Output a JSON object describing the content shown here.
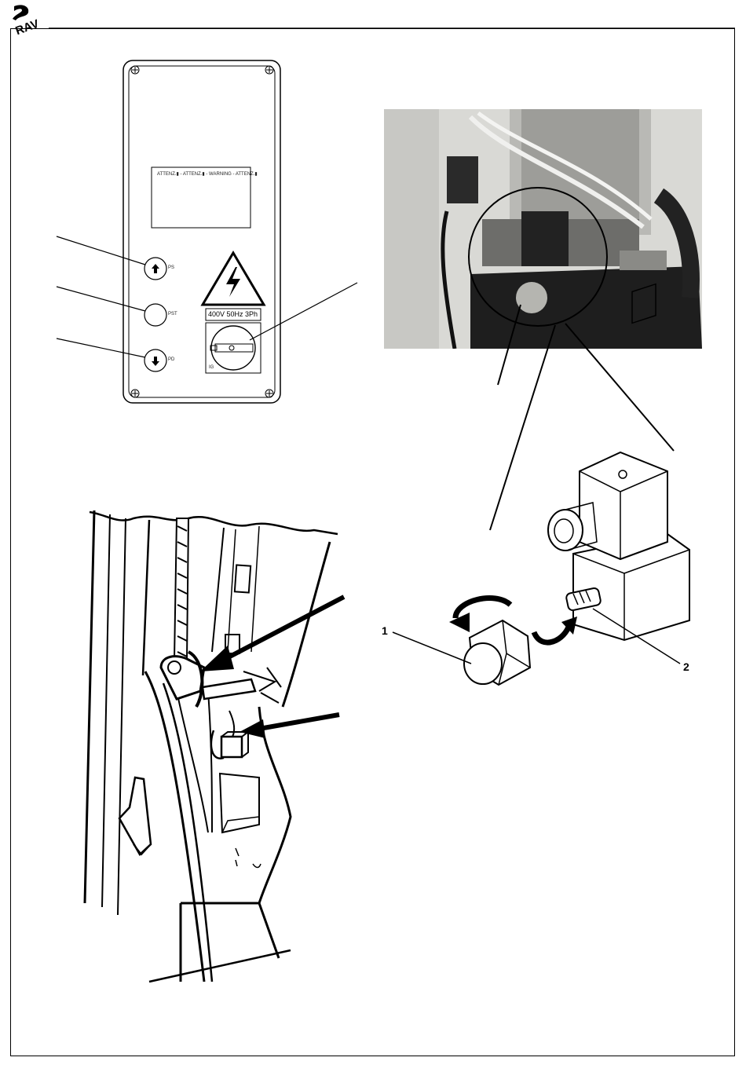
{
  "logo": {
    "icon": "ravaglioli-logo-icon",
    "text": "RAV"
  },
  "panel": {
    "buttons": [
      {
        "icon": "arrow-up-icon",
        "label": "PS"
      },
      {
        "icon": "blank-icon",
        "label": "PST"
      },
      {
        "icon": "arrow-down-icon",
        "label": "PD"
      }
    ],
    "display_text": "ATTENZ.▮ - ATTENZ.▮ - WARNING - ATTENZ.▮",
    "rating": "400V 50Hz 3Ph",
    "switch_label": "IG",
    "warning_icon": "high-voltage-warning-icon"
  },
  "detail": {
    "label_1": "1",
    "label_2": "2"
  }
}
